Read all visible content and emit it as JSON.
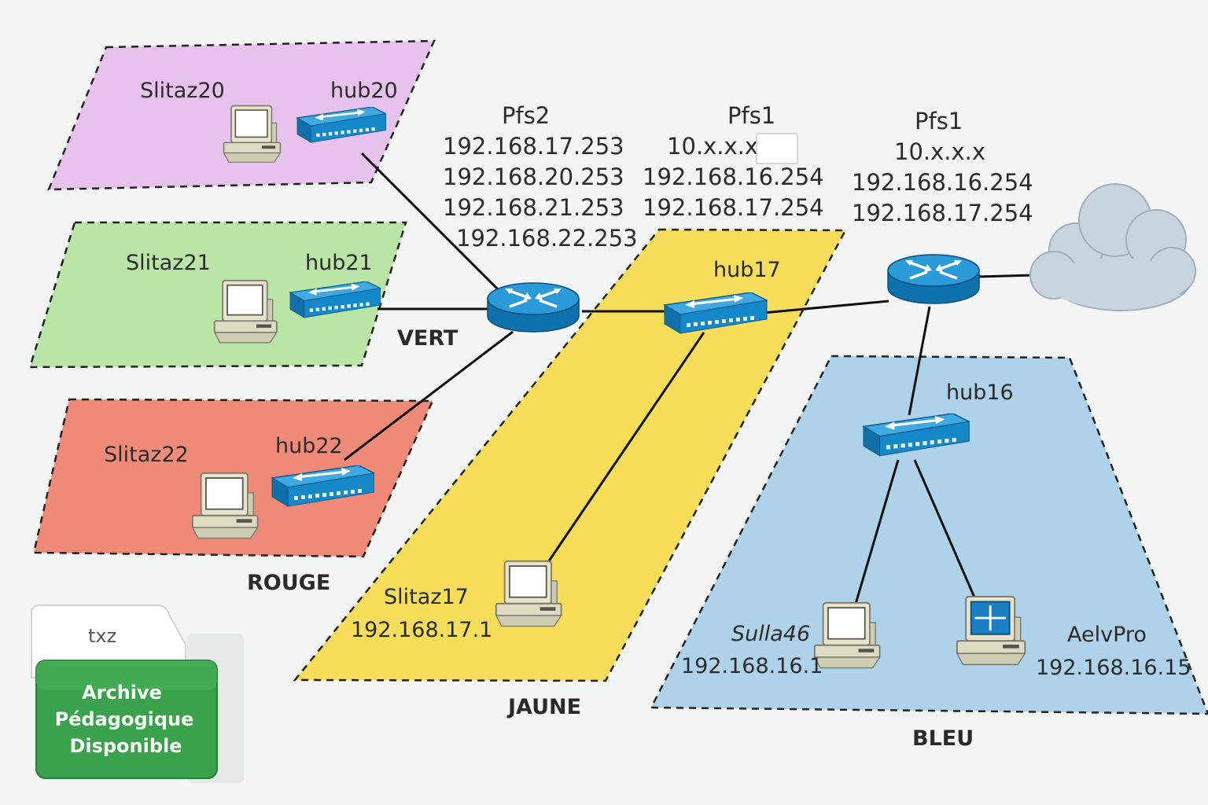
{
  "zones": {
    "vert": "VERT",
    "rouge": "ROUGE",
    "jaune": "JAUNE",
    "bleu": "BLEU"
  },
  "hosts": {
    "slitaz20": "Slitaz20",
    "slitaz21": "Slitaz21",
    "slitaz22": "Slitaz22",
    "slitaz17": "Slitaz17",
    "slitaz17_ip": "192.168.17.1",
    "sulla46": "Sulla46",
    "sulla46_ip": "192.168.16.1",
    "aelvpro": "AelvPro",
    "aelvpro_ip": "192.168.16.15"
  },
  "hubs": {
    "hub20": "hub20",
    "hub21": "hub21",
    "hub22": "hub22",
    "hub17": "hub17",
    "hub16": "hub16"
  },
  "routers": {
    "pfs2": {
      "name": "Pfs2",
      "ips": [
        "192.168.17.253",
        "192.168.20.253",
        "192.168.21.253",
        "192.168.22.253"
      ]
    },
    "pfs1_mid": {
      "name": "Pfs1",
      "ips": [
        "10.x.x.x",
        "192.168.16.254",
        "192.168.17.254"
      ]
    },
    "pfs1": {
      "name": "Pfs1",
      "ips": [
        "10.x.x.x",
        "192.168.16.254",
        "192.168.17.254"
      ]
    }
  },
  "archive": {
    "tag": "txz",
    "lines": [
      "Archive",
      "Pédagogique",
      "Disponible"
    ]
  },
  "colors": {
    "violet_zone": "#e7c2ec",
    "green_zone": "#b9e6a6",
    "red_zone": "#f08a78",
    "yellow_zone": "#f7de5a",
    "blue_zone": "#aed2ea",
    "device_blue": "#1a8fcf",
    "archive_green": "#3aa14d"
  }
}
